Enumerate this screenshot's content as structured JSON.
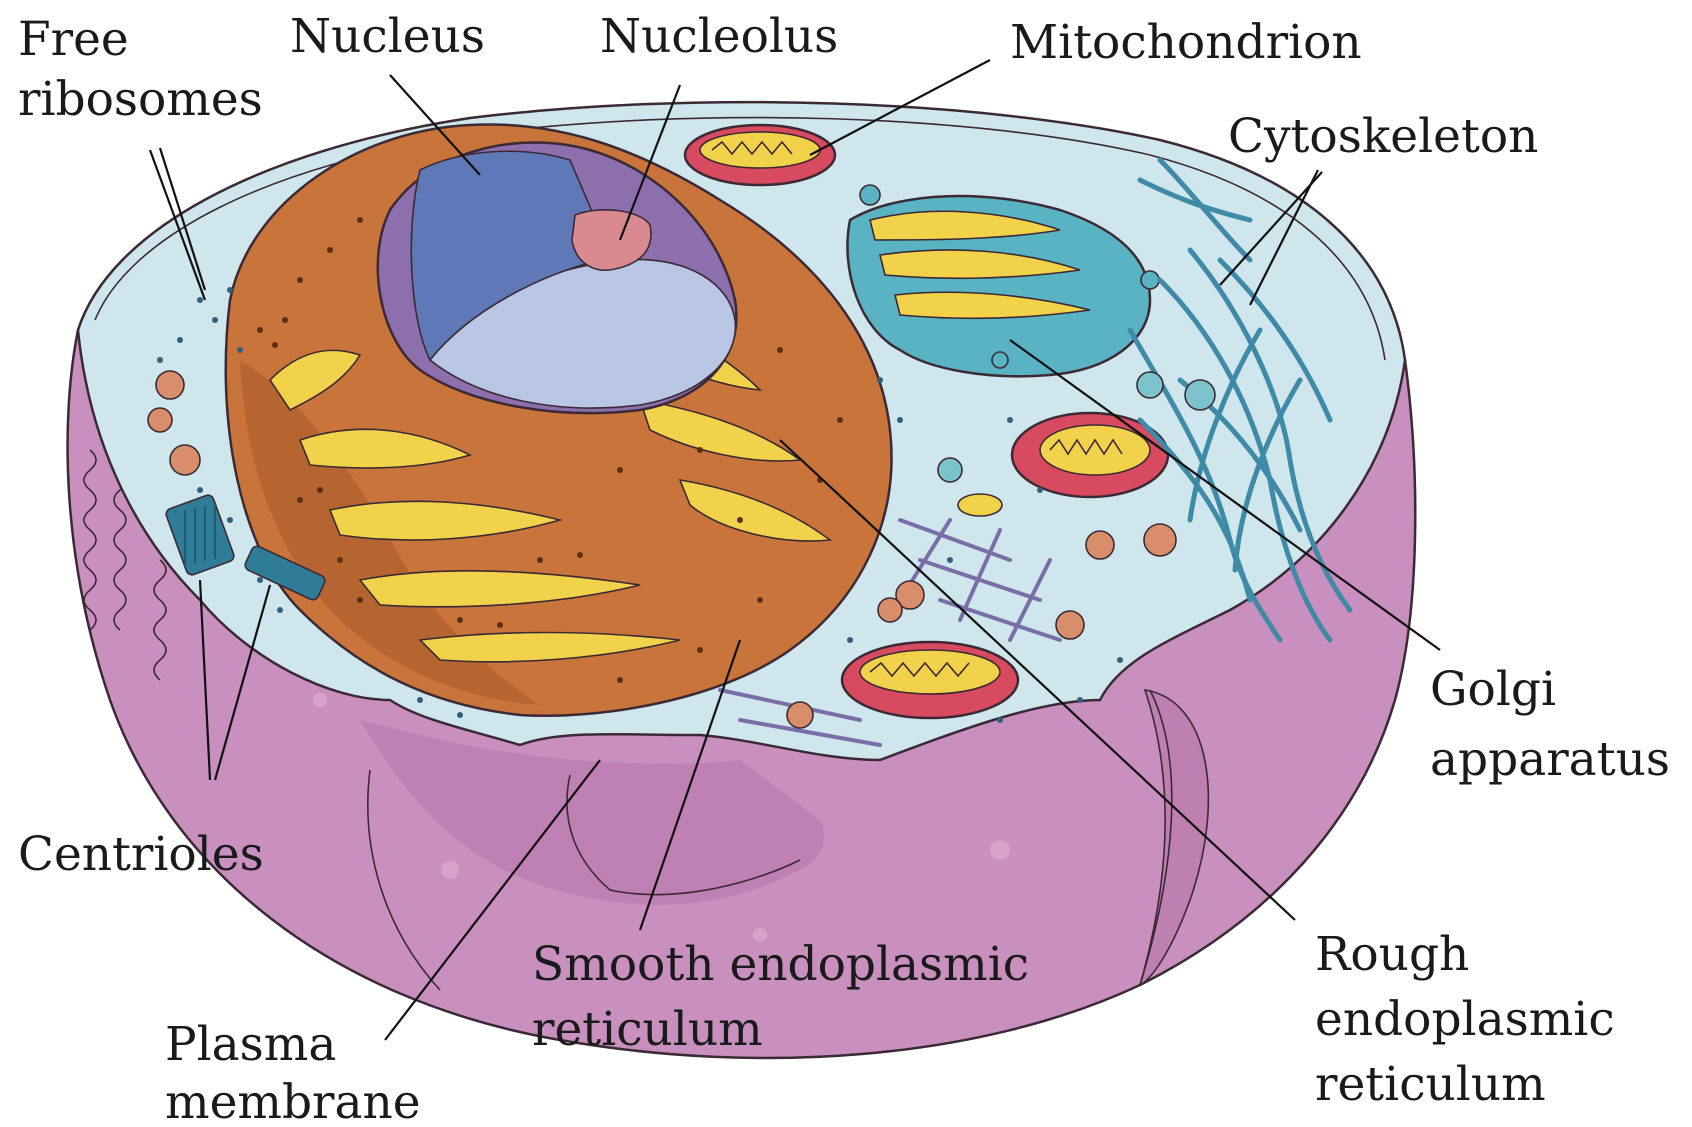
{
  "labels": {
    "free_ribosomes": [
      "Free",
      "ribosomes"
    ],
    "nucleus": "Nucleus",
    "nucleolus": "Nucleolus",
    "mitochondrion": "Mitochondrion",
    "cytoskeleton": "Cytoskeleton",
    "golgi_apparatus": [
      "Golgi",
      "apparatus"
    ],
    "centrioles": "Centrioles",
    "smooth_er": [
      "Smooth endoplasmic",
      "reticulum"
    ],
    "plasma_membrane": [
      "Plasma",
      "membrane"
    ],
    "rough_er": [
      "Rough",
      "endoplasmic",
      "reticulum"
    ]
  },
  "colors": {
    "membrane": "#c98fbf",
    "membrane_dark": "#b677a9",
    "cytoplasm": "#cfe6ec",
    "rough_er": "#c8743b",
    "er_lumen": "#f2d24a",
    "nucleus": "#5f79b8",
    "nucleoplasm": "#b9c6e6",
    "nucleolus": "#d98a91",
    "golgi": "#5ab3c2",
    "mitochondrion": "#d84a5f",
    "cytoskeleton": "#3f8aa7",
    "centriole": "#2f7c98"
  }
}
